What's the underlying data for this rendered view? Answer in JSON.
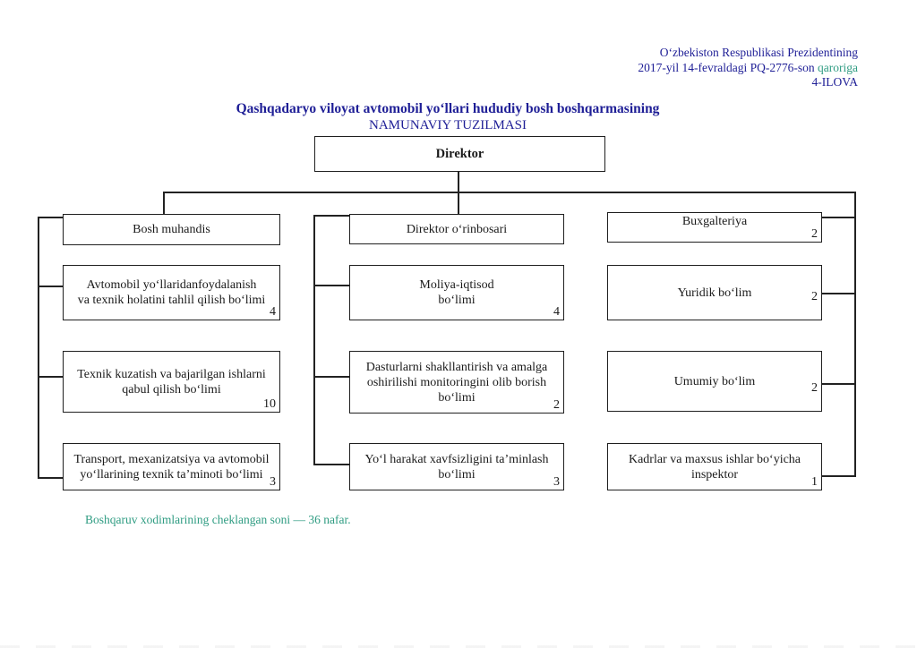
{
  "header": {
    "line1": "O‘zbekiston Respublikasi Prezidentining",
    "line2_prefix": "2017-yil 14-fevraldagi PQ-2776-son ",
    "line2_link": "qaroriga",
    "line3": "4-ILOVA"
  },
  "title": {
    "line1": "Qashqadaryo viloyat avtomobil yo‘llari hududiy bosh boshqarmasining",
    "line2": "NAMUNAVIY TUZILMASI"
  },
  "org": {
    "root": {
      "label": "Direktor"
    },
    "c1r1": {
      "label": "Bosh muhandis"
    },
    "c1r2": {
      "label": "Avtomobil yo‘llaridanfoydalanish\nva texnik holatini tahlil qilish bo‘limi",
      "count": "4"
    },
    "c1r3": {
      "label": "Texnik kuzatish va bajarilgan ishlarni\nqabul qilish bo‘limi",
      "count": "10"
    },
    "c1r4": {
      "label": "Transport, mexanizatsiya va avtomobil\nyo‘llarining texnik ta’minoti bo‘limi",
      "count": "3"
    },
    "c2r1": {
      "label": "Direktor o‘rinbosari"
    },
    "c2r2": {
      "label": "Moliya-iqtisod\nbo‘limi",
      "count": "4"
    },
    "c2r3": {
      "label": "Dasturlarni shakllantirish va amalga\noshirilishi monitoringini olib borish\nbo‘limi",
      "count": "2"
    },
    "c2r4": {
      "label": "Yo‘l harakat xavfsizligini ta’minlash\nbo‘limi",
      "count": "3"
    },
    "c3r1": {
      "label": "Buxgalteriya",
      "count": "2"
    },
    "c3r2": {
      "label": "Yuridik bo‘lim",
      "count": "2"
    },
    "c3r3": {
      "label": "Umumiy bo‘lim",
      "count": "2"
    },
    "c3r4": {
      "label": "Kadrlar va maxsus ishlar bo‘yicha\ninspektor",
      "count": "1"
    }
  },
  "footnote": "Boshqaruv xodimlarining cheklangan soni — 36 nafar.",
  "colors": {
    "navy": "#1e1e96",
    "teal": "#2f9c82",
    "line": "#222222"
  }
}
